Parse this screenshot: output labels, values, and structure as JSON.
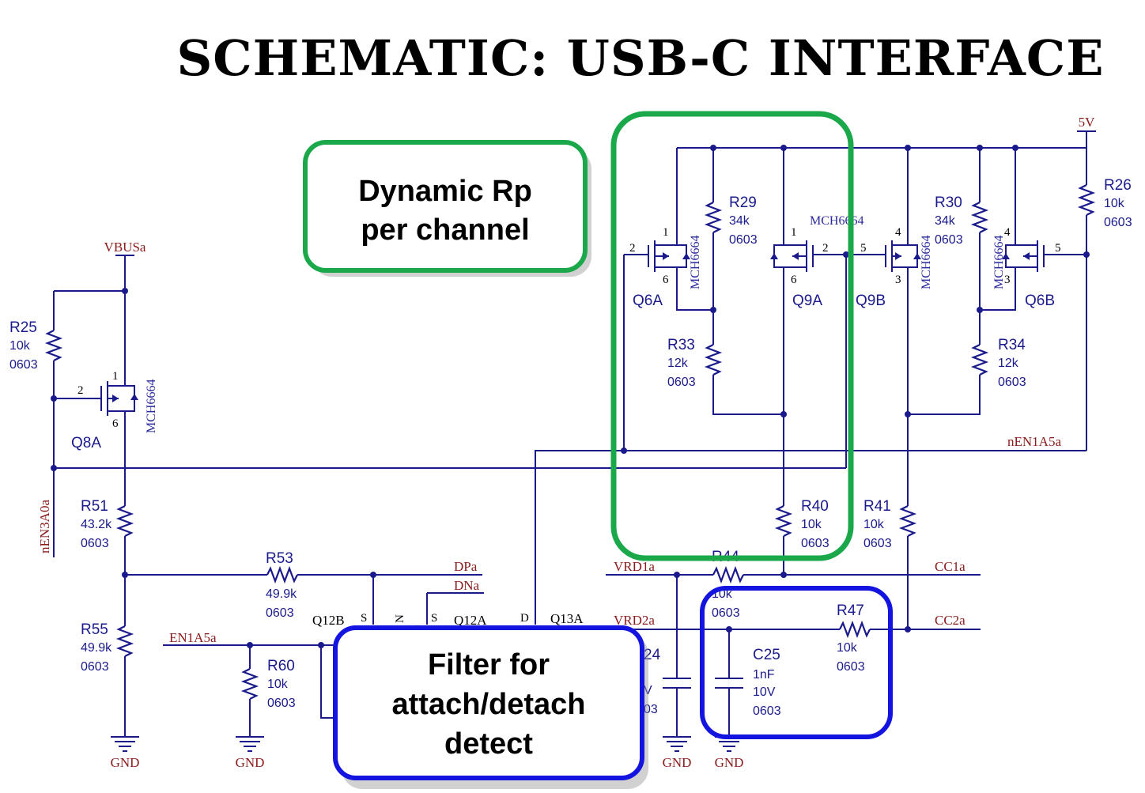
{
  "title": "SCHEMATIC: USB-C INTERFACE",
  "callouts": {
    "green": [
      "Dynamic Rp",
      "per channel"
    ],
    "blue": [
      "Filter for",
      "attach/detach",
      "detect"
    ]
  },
  "colors": {
    "wire": "#1a1a8c",
    "net_label": "#8b1a1a",
    "green_box": "#1aa84a",
    "blue_box": "#1414e0"
  },
  "nets": {
    "vbus": "VBUSa",
    "v5": "5V",
    "nen3a0": "nEN3A0a",
    "nen1a5": "nEN1A5a",
    "en1a5": "EN1A5a",
    "dp": "DPa",
    "dn": "DNa",
    "vrd1": "VRD1a",
    "vrd2": "VRD2a",
    "cc1": "CC1a",
    "cc2": "CC2a",
    "gnd": "GND"
  },
  "resistors": {
    "R25": [
      "R25",
      "10k",
      "0603"
    ],
    "R51": [
      "R51",
      "43.2k",
      "0603"
    ],
    "R55": [
      "R55",
      "49.9k",
      "0603"
    ],
    "R53": [
      "R53",
      "49.9k",
      "0603"
    ],
    "R60": [
      "R60",
      "10k",
      "0603"
    ],
    "R29": [
      "R29",
      "34k",
      "0603"
    ],
    "R33": [
      "R33",
      "12k",
      "0603"
    ],
    "R30": [
      "R30",
      "34k",
      "0603"
    ],
    "R34": [
      "R34",
      "12k",
      "0603"
    ],
    "R26": [
      "R26",
      "10k",
      "0603"
    ],
    "R40": [
      "R40",
      "10k",
      "0603"
    ],
    "R41": [
      "R41",
      "10k",
      "0603"
    ],
    "R44": [
      "R44",
      "10k",
      "0603"
    ],
    "R47": [
      "R47",
      "10k",
      "0603"
    ]
  },
  "capacitors": {
    "C25": [
      "C25",
      "1nF",
      "10V",
      "0603"
    ],
    "C24": [
      "24",
      "V",
      "03"
    ]
  },
  "transistors": {
    "Q8A": "Q8A",
    "Q6A": "Q6A",
    "Q9A": "Q9A",
    "Q9B": "Q9B",
    "Q6B": "Q6B",
    "Q12B": "Q12B",
    "Q12A": "Q12A",
    "Q13A": "Q13A"
  },
  "part_numbers": {
    "q8a": "MCH6664",
    "q6a": "MCH6664",
    "q9a_label": "MCH6664",
    "q9b": "MCH6664",
    "q6b": "MCH6664"
  },
  "pins": {
    "one": "1",
    "two": "2",
    "three": "3",
    "four": "4",
    "five": "5",
    "six": "6",
    "S": "S",
    "D": "D",
    "N": "N",
    "dash": "_"
  }
}
